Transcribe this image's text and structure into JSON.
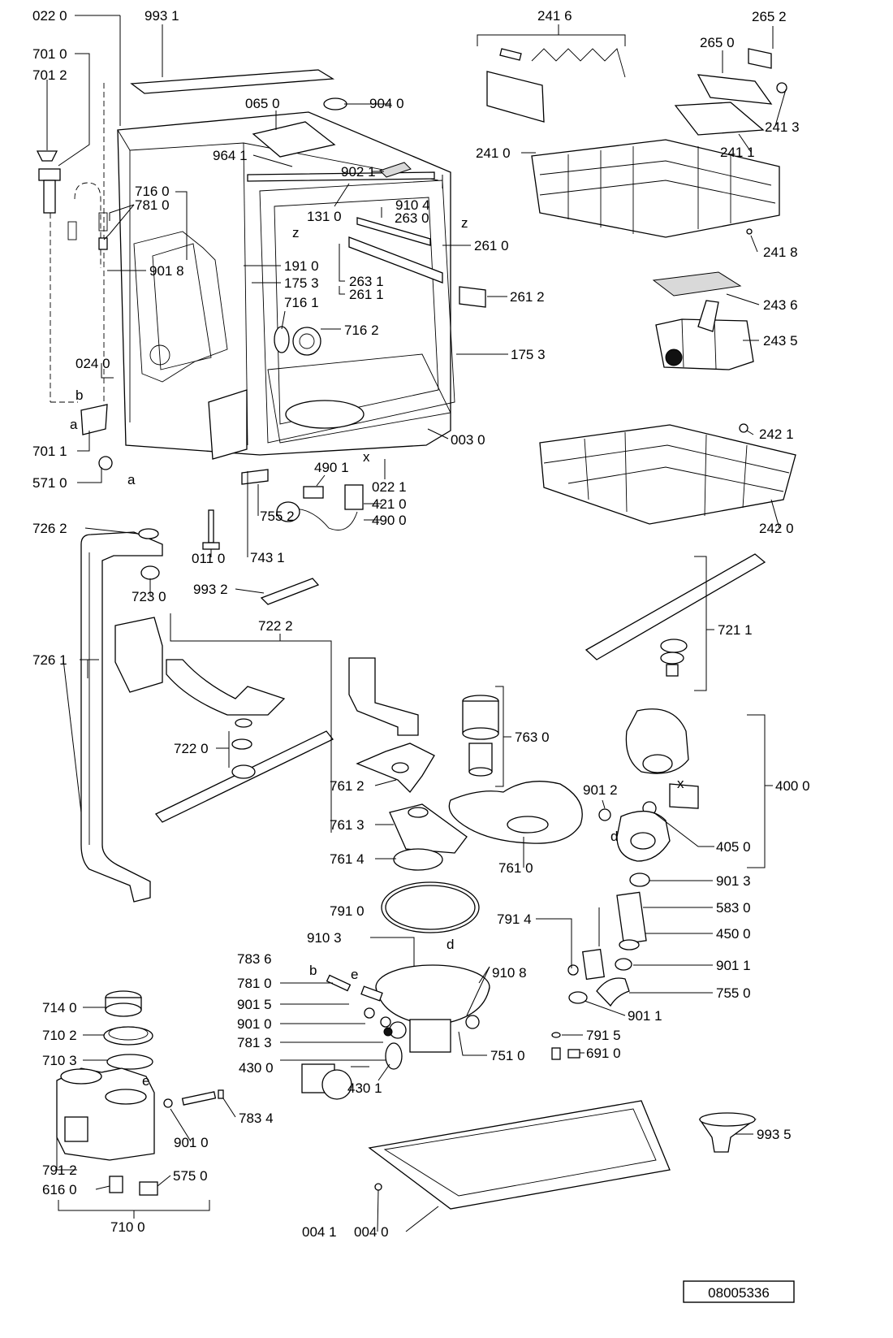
{
  "diagram": {
    "reference_number": "08005336",
    "labels": [
      "022 0",
      "993 1",
      "701 0",
      "701 2",
      "065 0",
      "904 0",
      "964 1",
      "902 1",
      "716 0",
      "781 0",
      "910 4",
      "131 0",
      "263 0",
      "261 0",
      "901 8",
      "191 0",
      "175 3",
      "263 1",
      "261 1",
      "261 2",
      "716 1",
      "716 2",
      "175 3",
      "024 0",
      "003 0",
      "701 1",
      "490 1",
      "571 0",
      "022 1",
      "421 0",
      "490 0",
      "726 2",
      "755 2",
      "011 0",
      "743 1",
      "993 2",
      "723 0",
      "722 2",
      "726 1",
      "722 0",
      "241 6",
      "265 2",
      "265 0",
      "241 3",
      "241 0",
      "241 1",
      "241 8",
      "243 6",
      "243 5",
      "242 1",
      "242 0",
      "721 1",
      "763 0",
      "761 2",
      "901 2",
      "400 0",
      "761 3",
      "405 0",
      "761 4",
      "761 0",
      "901 3",
      "791 0",
      "583 0",
      "791 4",
      "450 0",
      "910 3",
      "910 8",
      "901 1",
      "783 6",
      "781 0",
      "755 0",
      "901 5",
      "901 1",
      "901 0",
      "781 3",
      "791 5",
      "751 0",
      "691 0",
      "430 0",
      "430 1",
      "714 0",
      "710 2",
      "710 3",
      "783 4",
      "901 0",
      "575 0",
      "791 2",
      "616 0",
      "710 0",
      "993 5",
      "004 1",
      "004 0"
    ],
    "letters": [
      "z",
      "z",
      "b",
      "a",
      "a",
      "x",
      "x",
      "d",
      "d",
      "b",
      "e",
      "e"
    ]
  }
}
